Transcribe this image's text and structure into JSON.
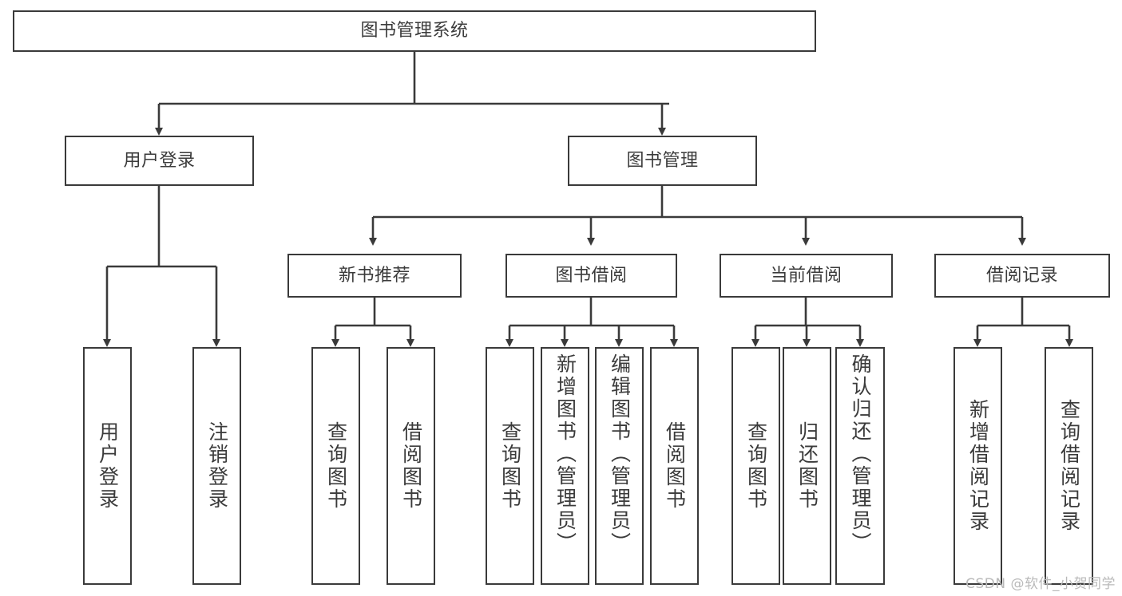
{
  "diagram": {
    "title_node": {
      "label": "图书管理系统"
    },
    "level1": [
      {
        "label": "用户登录"
      },
      {
        "label": "图书管理"
      }
    ],
    "level2": [
      {
        "label": "新书推荐"
      },
      {
        "label": "图书借阅"
      },
      {
        "label": "当前借阅"
      },
      {
        "label": "借阅记录"
      }
    ],
    "leaves": {
      "user_login": [
        {
          "label": "用户登录"
        },
        {
          "label": "注销登录"
        }
      ],
      "new_book_recommend": [
        {
          "label": "查询图书"
        },
        {
          "label": "借阅图书"
        }
      ],
      "book_borrow": [
        {
          "label": "查询图书"
        },
        {
          "label": "新增图书（管理员）"
        },
        {
          "label": "编辑图书（管理员）"
        },
        {
          "label": "借阅图书"
        }
      ],
      "current_borrow": [
        {
          "label": "查询图书"
        },
        {
          "label": "归还图书"
        },
        {
          "label": "确认归还（管理员）"
        }
      ],
      "borrow_record": [
        {
          "label": "新增借阅记录"
        },
        {
          "label": "查询借阅记录"
        }
      ]
    },
    "watermark": "CSDN @软件_小贺同学",
    "colors": {
      "stroke": "#3a3a3a",
      "background": "#ffffff",
      "text": "#3b3b3b",
      "watermark": "#b9b9b9"
    }
  }
}
